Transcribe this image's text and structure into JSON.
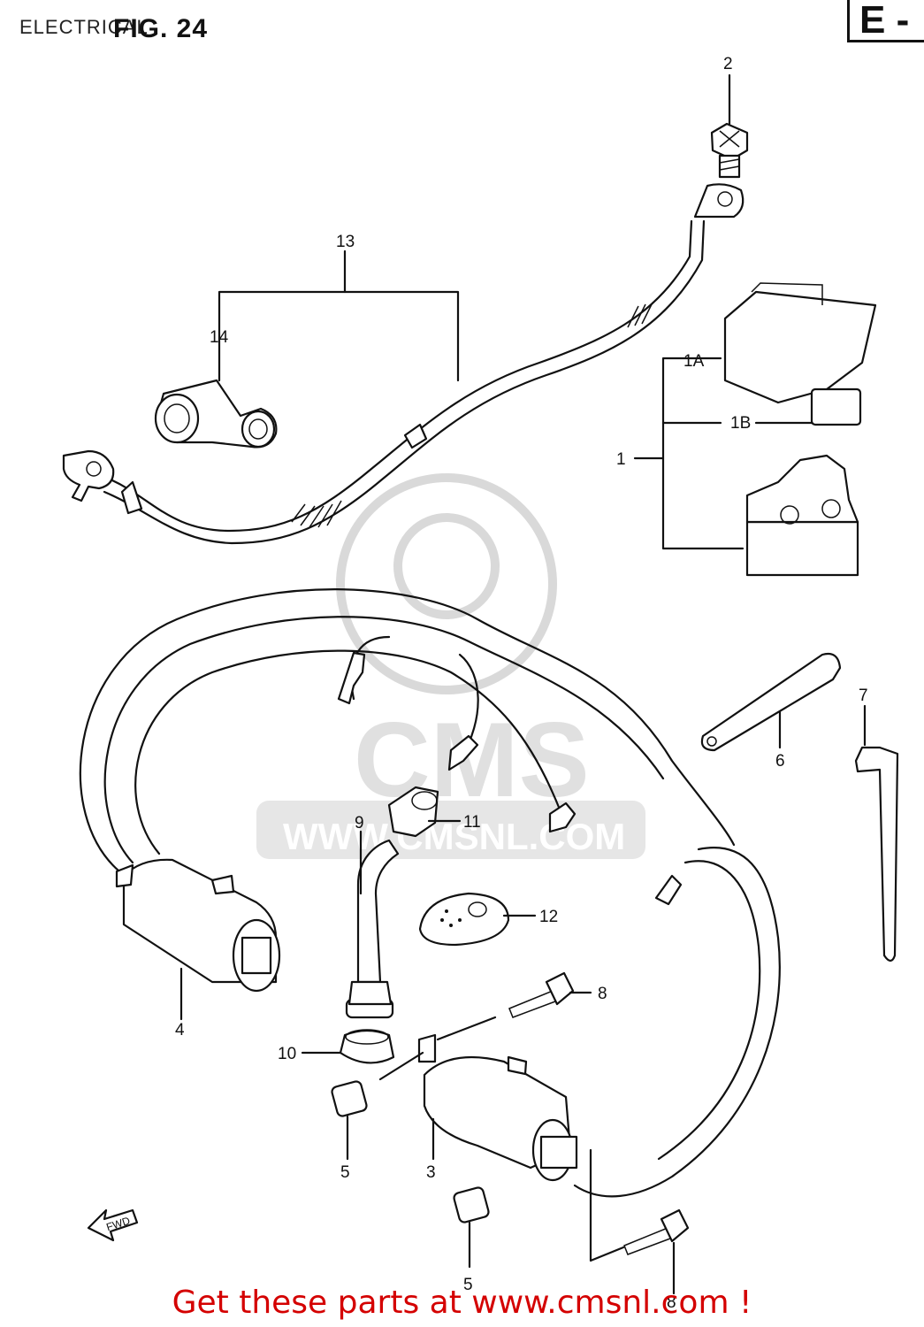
{
  "header": {
    "title": "ELECTRICAL",
    "figure": "FIG. 24",
    "code": "E -"
  },
  "watermark": {
    "logo_text": "CMS",
    "url": "WWW.CMSNL.COM"
  },
  "callouts": {
    "c1": "1",
    "c1a": "1A",
    "c1b": "1B",
    "c2": "2",
    "c3": "3",
    "c4": "4",
    "c5a": "5",
    "c5b": "5",
    "c6": "6",
    "c7": "7",
    "c8a": "8",
    "c8b": "8",
    "c9": "9",
    "c10": "10",
    "c11": "11",
    "c12": "12",
    "c13": "13",
    "c14": "14",
    "fwd": "FWD"
  },
  "footer": {
    "promo": "Get these parts at www.cmsnl.com !"
  }
}
